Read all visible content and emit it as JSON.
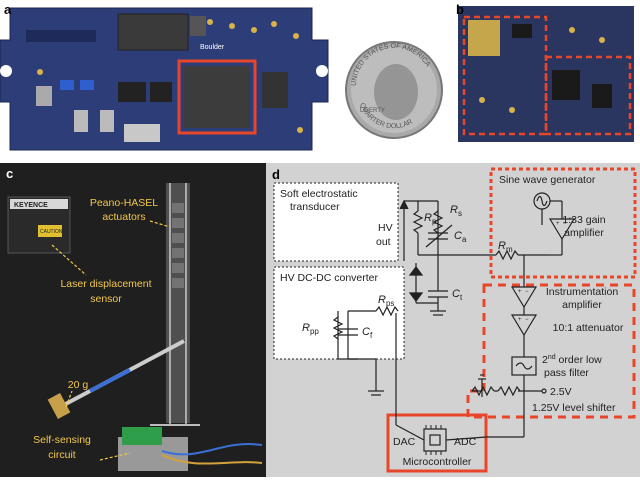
{
  "panel_labels": {
    "a": "a",
    "b": "b",
    "c": "c",
    "d": "d"
  },
  "board_a": {
    "logo": "Boulder"
  },
  "coin": {
    "top_text": "UNITED STATES OF AMERICA",
    "liberty": "LIBERTY",
    "bottom_text": "QUARTER DOLLAR"
  },
  "photo_c": {
    "laser_brand": "KEYENCE",
    "caution": "CAUTION",
    "peano_label_line1": "Peano-HASEL",
    "peano_label_line2": "actuators",
    "laser_label_line1": "Laser displacement",
    "laser_label_line2": "sensor",
    "weight_label": "20 g",
    "circuit_label_line1": "Self-sensing",
    "circuit_label_line2": "circuit"
  },
  "schematic": {
    "transducer_title_line1": "Soft electrostatic",
    "transducer_title_line2": "transducer",
    "hv_out_line1": "HV",
    "hv_out_line2": "out",
    "rp": "R",
    "rp_sub": "p",
    "rs": "R",
    "rs_sub": "s",
    "ca": "C",
    "ca_sub": "a",
    "rm": "R",
    "rm_sub": "m",
    "ct": "C",
    "ct_sub": "t",
    "rps": "R",
    "rps_sub": "ps",
    "rpp": "R",
    "rpp_sub": "pp",
    "cf": "C",
    "cf_sub": "f",
    "converter_title": "HV DC-DC converter",
    "sine_title": "Sine wave generator",
    "gain_line1": "1:33 gain",
    "gain_line2": "amplifier",
    "inst_line1": "Instrumentation",
    "inst_line2": "amplifier",
    "attenuator": "10:1 attenuator",
    "filter_order": "2",
    "filter_order_sup": "nd",
    "filter_line1_rest": " order low",
    "filter_line2": "pass filter",
    "v25": "2.5V",
    "level_shifter": "1.25V level shifter",
    "dac": "DAC",
    "adc": "ADC",
    "mcu": "Microcontroller"
  },
  "colors": {
    "board": "#2d3d78",
    "highlight": "#e8462a",
    "schematic_bg": "#d2d2d2",
    "photo_bg": "#1f1f1f",
    "annotation": "#f2c84b"
  }
}
